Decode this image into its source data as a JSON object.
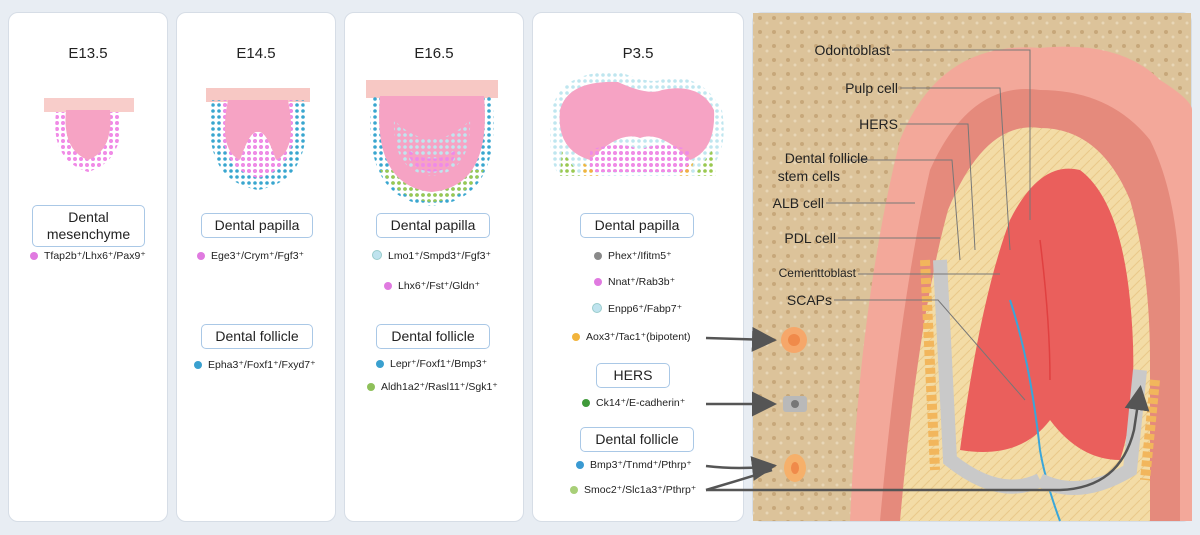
{
  "stages": [
    {
      "title": "E13.5",
      "groups": [
        {
          "label": "Dental\nmesenchyme",
          "markers": [
            {
              "text": "Tfap2b⁺/Lhx6⁺/Pax9⁺",
              "color": "magenta"
            }
          ]
        }
      ]
    },
    {
      "title": "E14.5",
      "groups": [
        {
          "label": "Dental papilla",
          "markers": [
            {
              "text": "Ege3⁺/Crym⁺/Fgf3⁺",
              "color": "magenta"
            }
          ]
        },
        {
          "label": "Dental follicle",
          "markers": [
            {
              "text": "Epha3⁺/Foxf1⁺/Fxyd7⁺",
              "color": "blue"
            }
          ]
        }
      ]
    },
    {
      "title": "E16.5",
      "groups": [
        {
          "label": "Dental papilla",
          "markers": [
            {
              "text": "Lmo1⁺/Smpd3⁺/Fgf3⁺",
              "color": "lightblue"
            },
            {
              "text": "Lhx6⁺/Fst⁺/Gldn⁺",
              "color": "magenta"
            }
          ]
        },
        {
          "label": "Dental follicle",
          "markers": [
            {
              "text": "Lepr⁺/Foxf1⁺/Bmp3⁺",
              "color": "blue"
            },
            {
              "text": "Aldh1a2⁺/Rasl11⁺/Sgk1⁺",
              "color": "green"
            }
          ]
        }
      ]
    },
    {
      "title": "P3.5",
      "groups": [
        {
          "label": "Dental papilla",
          "markers": [
            {
              "text": "Phex⁺/Ifitm5⁺",
              "color": "gray"
            },
            {
              "text": "Nnat⁺/Rab3b⁺",
              "color": "magenta"
            },
            {
              "text": "Enpp6⁺/Fabp7⁺",
              "color": "lightblue"
            },
            {
              "text": "Aox3⁺/Tac1⁺(bipotent)",
              "color": "yellow"
            }
          ]
        },
        {
          "label": "HERS",
          "markers": [
            {
              "text": "Ck14⁺/E-cadherin⁺",
              "color": "dgreen"
            }
          ]
        },
        {
          "label": "Dental follicle",
          "markers": [
            {
              "text": "Bmp3⁺/Tnmd⁺/Pthrp⁺",
              "color": "blue2"
            },
            {
              "text": "Smoc2⁺/Slc1a3⁺/Pthrp⁺",
              "color": "lgreen"
            }
          ]
        }
      ]
    }
  ],
  "tooth_labels": {
    "odontoblast": "Odontoblast",
    "pulp_cell": "Pulp cell",
    "hers": "HERS",
    "dfsc_line1": "Dental follicle",
    "dfsc_line2": "stem cells",
    "alb_cell": "ALB cell",
    "pdl_cell": "PDL cell",
    "cementoblast": "Cementtoblast",
    "scaps": "SCAPs"
  }
}
